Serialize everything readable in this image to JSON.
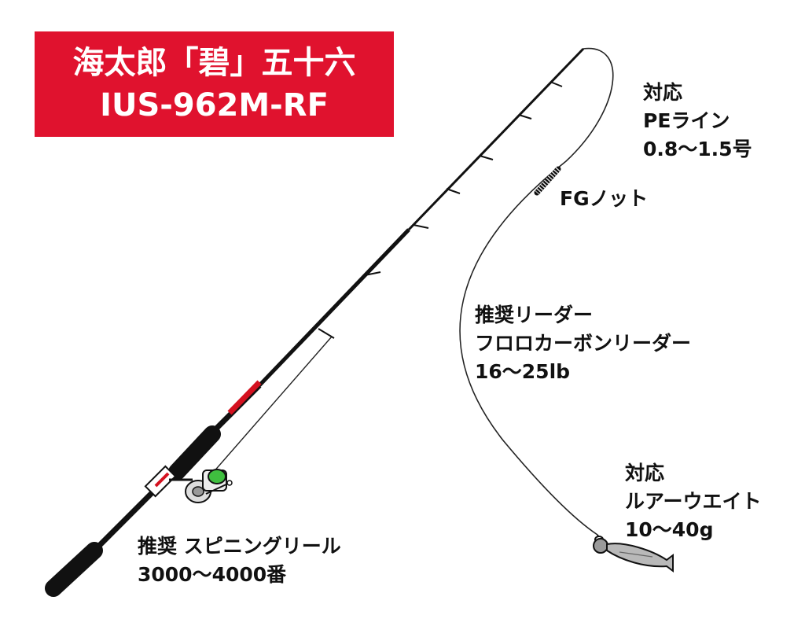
{
  "title": {
    "line1": "海太郎「碧」五十六",
    "line2": "IUS-962M-RF"
  },
  "labels": {
    "line": {
      "line1": "対応",
      "line2": "PEライン",
      "line3": "0.8〜1.5号"
    },
    "knot": {
      "text": "FGノット"
    },
    "leader": {
      "line1": "推奨リーダー",
      "line2": "フロロカーボンリーダー",
      "line3": "16〜25lb"
    },
    "lure": {
      "line1": "対応",
      "line2": "ルアーウエイト",
      "line3": "10〜40g"
    },
    "reel": {
      "line1": "推奨 スピニングリール",
      "line2": "3000〜4000番"
    }
  },
  "colors": {
    "title_bg": "#e0122e",
    "rod": "#111111",
    "accent": "#d4111f",
    "reel_spool": "#3fbf3f",
    "lure": "#b9b9b9"
  },
  "icons": [
    "fishing-rod-icon",
    "spinning-reel-icon",
    "fg-knot-icon",
    "lure-icon"
  ]
}
